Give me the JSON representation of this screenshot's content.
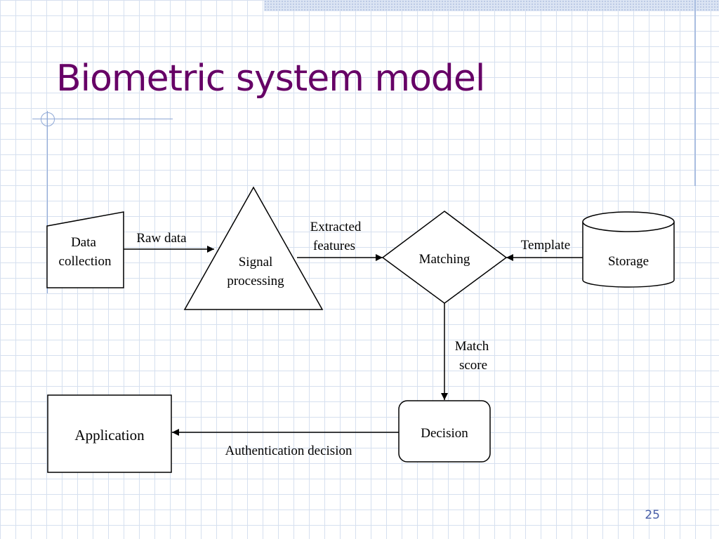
{
  "slide": {
    "title": "Biometric system model",
    "page_number": "25"
  },
  "nodes": {
    "data_collection": {
      "line1": "Data",
      "line2": "collection"
    },
    "signal_processing": {
      "line1": "Signal",
      "line2": "processing"
    },
    "matching": {
      "label": "Matching"
    },
    "storage": {
      "label": "Storage"
    },
    "decision": {
      "label": "Decision"
    },
    "application": {
      "label": "Application"
    }
  },
  "edges": {
    "raw_data": {
      "label": "Raw data"
    },
    "extracted_features": {
      "line1": "Extracted",
      "line2": "features"
    },
    "template": {
      "label": "Template"
    },
    "match_score": {
      "line1": "Match",
      "line2": "score"
    },
    "authentication_decision": {
      "label": "Authentication decision"
    }
  },
  "colors": {
    "title": "#660066",
    "page_number": "#4a5fa8",
    "grid": "#d6e0ef",
    "accent_rule": "#8fa8d6"
  }
}
